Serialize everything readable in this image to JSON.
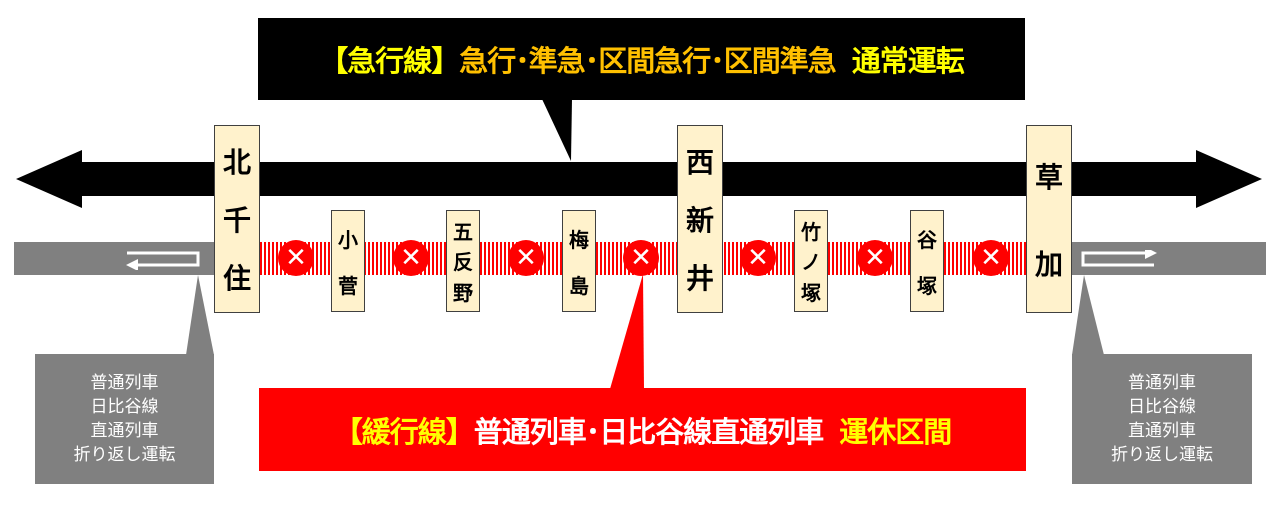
{
  "express_callout": {
    "bracket_label": "【急行線】",
    "services": "急行･準急･区間急行･区間準急",
    "status": "通常運転",
    "colors": {
      "background": "#000000",
      "bracket": "#ffff00",
      "services": "#ffc000",
      "status": "#ffff00"
    }
  },
  "local_callout": {
    "bracket_label": "【緩行線】",
    "services": "普通列車･日比谷線直通列車",
    "status": "運休区間",
    "colors": {
      "background": "#ff0000",
      "bracket": "#ffff00",
      "services": "#ffffff",
      "status": "#ffff00"
    }
  },
  "stations": [
    {
      "name": "北千住",
      "chars": [
        "北",
        "千",
        "住"
      ],
      "type": "major"
    },
    {
      "name": "小菅",
      "chars": [
        "小",
        "菅"
      ],
      "type": "minor"
    },
    {
      "name": "五反野",
      "chars": [
        "五",
        "反",
        "野"
      ],
      "type": "minor"
    },
    {
      "name": "梅島",
      "chars": [
        "梅",
        "島"
      ],
      "type": "minor"
    },
    {
      "name": "西新井",
      "chars": [
        "西",
        "新",
        "井"
      ],
      "type": "major"
    },
    {
      "name": "竹ノ塚",
      "chars": [
        "竹",
        "ノ",
        "塚"
      ],
      "type": "minor"
    },
    {
      "name": "谷塚",
      "chars": [
        "谷",
        "塚"
      ],
      "type": "minor"
    },
    {
      "name": "草加",
      "chars": [
        "草",
        "加"
      ],
      "type": "major"
    }
  ],
  "suspended_marks": {
    "count": 7,
    "icon": "x-circle-icon",
    "color": "#ff0000"
  },
  "turnback_notes": {
    "left": [
      "普通列車",
      "日比谷線",
      "直通列車",
      "折り返し運転"
    ],
    "right": [
      "普通列車",
      "日比谷線",
      "直通列車",
      "折り返し運転"
    ]
  },
  "colors": {
    "station_fill": "#fff2cc",
    "turnback_bar": "#808080",
    "express_line": "#000000"
  }
}
